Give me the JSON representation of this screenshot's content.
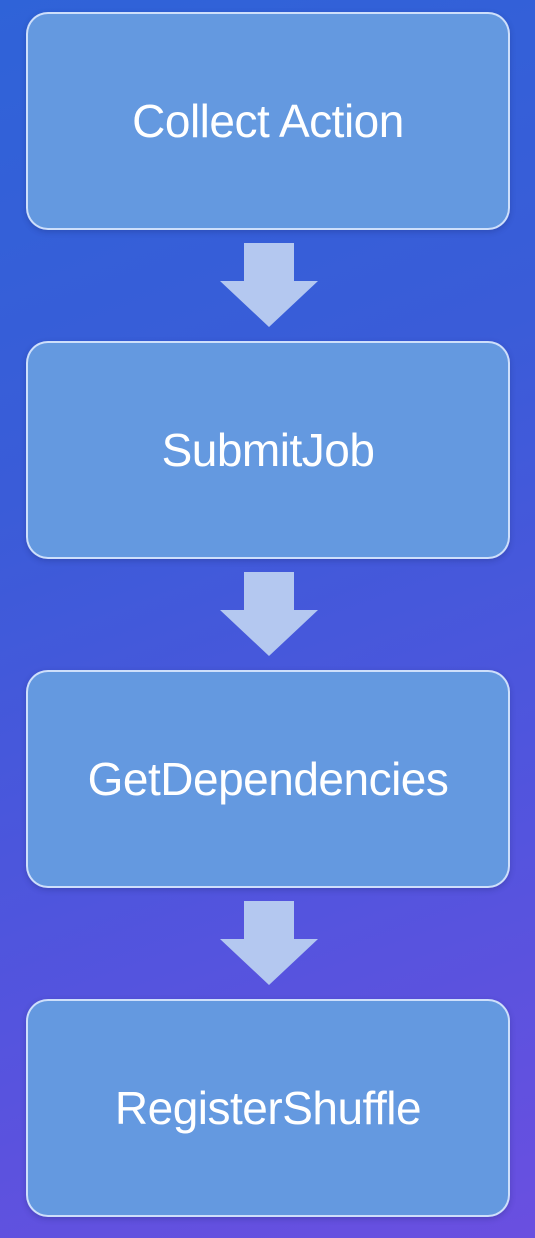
{
  "steps": [
    {
      "label": "Collect Action"
    },
    {
      "label": "SubmitJob"
    },
    {
      "label": "GetDependencies"
    },
    {
      "label": "RegisterShuffle"
    }
  ],
  "colors": {
    "box_fill": "#6499e0",
    "box_border": "#e1ebff",
    "arrow_fill": "#b4c8f0",
    "text": "#ffffff",
    "background_top": "#2f63d8",
    "background_bottom": "#6a4fe0"
  },
  "arrows": [
    {
      "icon": "down-arrow-icon"
    },
    {
      "icon": "down-arrow-icon"
    },
    {
      "icon": "down-arrow-icon"
    }
  ]
}
